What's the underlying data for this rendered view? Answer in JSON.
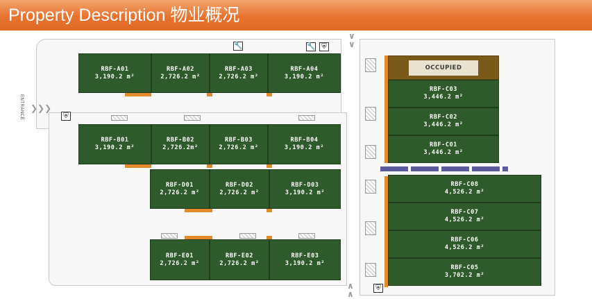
{
  "header": {
    "title": "Property Description 物业概况"
  },
  "site": {
    "entrance_label": "ENTRANCE",
    "occupied_label": "OCCUPIED",
    "icons": [
      "wrench-icon",
      "shield-icon",
      "chevron-right-icon",
      "chevron-down-icon",
      "chevron-up-icon"
    ]
  },
  "units": {
    "A01": {
      "name": "RBF-A01",
      "area": "3,190.2 m²"
    },
    "A02": {
      "name": "RBF-A02",
      "area": "2,726.2 m²"
    },
    "A03": {
      "name": "RBF-A03",
      "area": "2,726.2 m²"
    },
    "A04": {
      "name": "RBF-A04",
      "area": "3,190.2 m²"
    },
    "B01": {
      "name": "RBF-B01",
      "area": "3,190.2 m²"
    },
    "B02": {
      "name": "RBF-B02",
      "area": "2,726.2m²"
    },
    "B03": {
      "name": "RBF-B03",
      "area": "2,726.2 m²"
    },
    "B04": {
      "name": "RBF-B04",
      "area": "3,190.2 m²"
    },
    "D01": {
      "name": "RBF-D01",
      "area": "2,726.2 m²"
    },
    "D02": {
      "name": "RBF-D02",
      "area": "2,726.2 m²"
    },
    "D03": {
      "name": "RBF-D03",
      "area": "3,190.2 m²"
    },
    "E01": {
      "name": "RBF-E01",
      "area": "2,726.2 m²"
    },
    "E02": {
      "name": "RBF-E02",
      "area": "2,726.2 m²"
    },
    "E03": {
      "name": "RBF-E03",
      "area": "3,190.2 m²"
    },
    "C03": {
      "name": "RBF-C03",
      "area": "3,446.2 m²"
    },
    "C02": {
      "name": "RBF-C02",
      "area": "3,446.2 m²"
    },
    "C01": {
      "name": "RBF-C01",
      "area": "3,446.2 m²"
    },
    "C08": {
      "name": "RBF-C08",
      "area": "4,526.2 m²"
    },
    "C07": {
      "name": "RBF-C07",
      "area": "4,526.2 m²"
    },
    "C06": {
      "name": "RBF-C06",
      "area": "4,526.2 m²"
    },
    "C05": {
      "name": "RBF-C05",
      "area": "3,702.2 m²"
    }
  },
  "colors": {
    "header": "#e8732f",
    "unit_fill": "#2f5a2b",
    "dock": "#e38a2b",
    "occupied": "#7a5a18"
  }
}
